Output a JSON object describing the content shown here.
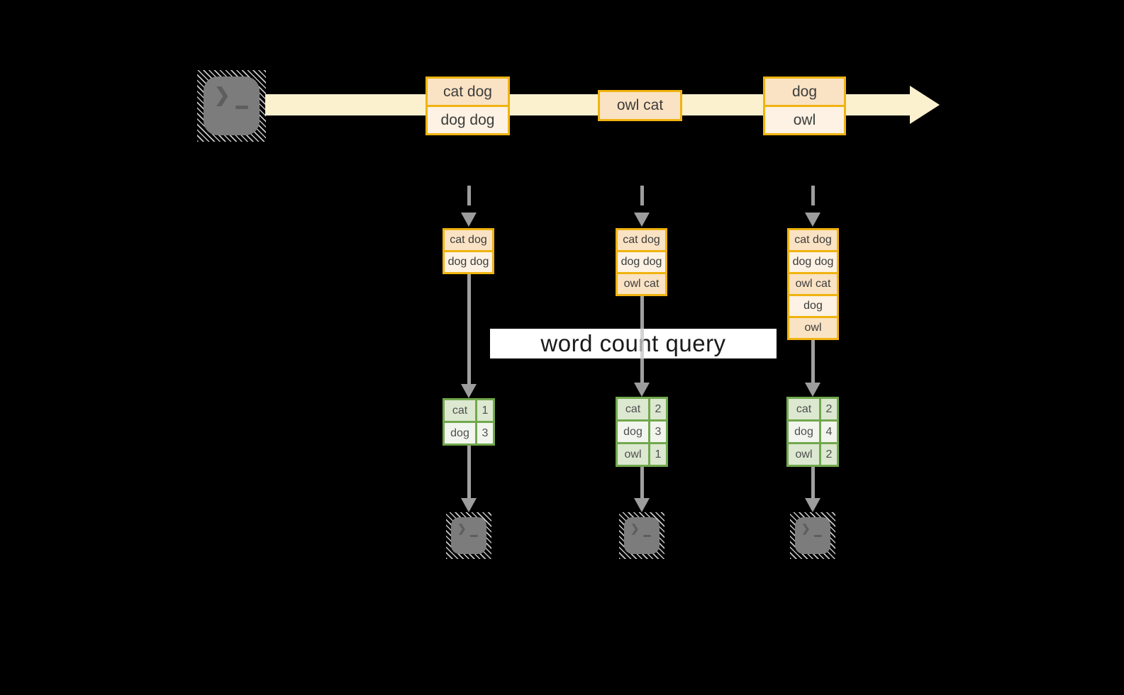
{
  "label": {
    "text": "word count query"
  },
  "terminal_glyph": "❯",
  "colors": {
    "background": "#000000",
    "stream_band": "#FCF1CE",
    "event_fill_dark": "#FAE3C4",
    "event_fill_light": "#FDF2E3",
    "event_border": "#F0B310",
    "table_border": "#71A84D",
    "table_fill_green": "#DCE8D0",
    "table_fill_white": "#F2F5EE",
    "arrow_gray": "#9D9D9D",
    "terminal_gray": "#7C7C7C",
    "label_bg": "#FFFFFF",
    "label_text": "#1A1A1A"
  },
  "timeline": {
    "events": [
      {
        "rows": [
          "cat dog",
          "dog dog"
        ]
      },
      {
        "rows": [
          "owl cat"
        ]
      },
      {
        "rows": [
          "dog",
          "owl"
        ]
      }
    ]
  },
  "stacks": [
    {
      "rows": [
        "cat dog",
        "dog dog"
      ]
    },
    {
      "rows": [
        "cat dog",
        "dog dog",
        "owl cat"
      ]
    },
    {
      "rows": [
        "cat dog",
        "dog dog",
        "owl cat",
        "dog",
        "owl"
      ]
    }
  ],
  "tables": [
    {
      "rows": [
        {
          "word": "cat",
          "count": "1"
        },
        {
          "word": "dog",
          "count": "3"
        }
      ]
    },
    {
      "rows": [
        {
          "word": "cat",
          "count": "2"
        },
        {
          "word": "dog",
          "count": "3"
        },
        {
          "word": "owl",
          "count": "1"
        }
      ]
    },
    {
      "rows": [
        {
          "word": "cat",
          "count": "2"
        },
        {
          "word": "dog",
          "count": "4"
        },
        {
          "word": "owl",
          "count": "2"
        }
      ]
    }
  ]
}
